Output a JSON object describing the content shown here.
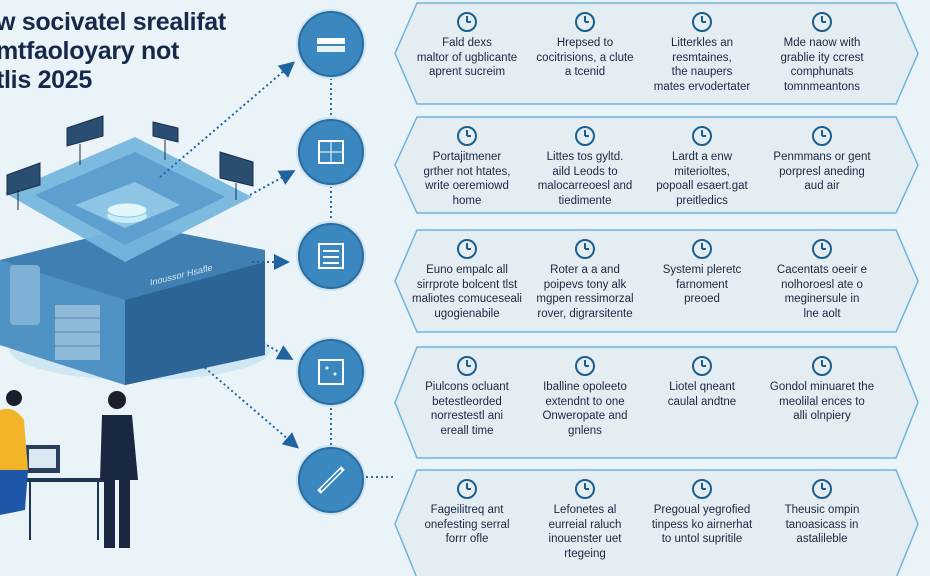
{
  "title": "w socivatel srealifat\nmtfaoloyary not\ntlis 2025",
  "building_label": "Inoussor Hsafle",
  "colors": {
    "accent": "#2f78ad",
    "circle": "#3a88bf",
    "banner_fill": "#e4edf2",
    "banner_stroke": "#6fb3da",
    "text": "#1b2740",
    "icon": "#1d5f8c"
  },
  "nodes": [
    {
      "icon": "server-icon"
    },
    {
      "icon": "dashboard-icon"
    },
    {
      "icon": "list-icon"
    },
    {
      "icon": "board-icon"
    },
    {
      "icon": "pen-icon"
    }
  ],
  "rows": [
    {
      "cells": [
        {
          "icon": "monitor-icon",
          "text": "Fald dexs\nmaltor of ugblicante\naprent sucreim"
        },
        {
          "icon": "globe-icon",
          "text": "Hrepsed to\ncocitrisions, a clute\na tcenid"
        },
        {
          "icon": "network-icon",
          "text": "Litterkles an\nresmtaines,\nthe naupers\nmates ervodertater"
        },
        {
          "icon": "chart-icon",
          "text": "Mde naow with\ngrablie ity ccrest\ncomphunats\ntomnmeantons"
        }
      ]
    },
    {
      "cells": [
        {
          "icon": "clock-icon",
          "text": "Portajitmener\ngrther not htates,\nwrite oeremiowd\nhome"
        },
        {
          "icon": "gauge-icon",
          "text": "Littes tos gyltd.\naild Leods to\nmalocarreoesl and\ntiedimente"
        },
        {
          "icon": "lightbulb-icon",
          "text": "Lardt a enw\nmiterioltes,\npopoall esaert.gat\npreitledics"
        },
        {
          "icon": "signpost-icon",
          "text": "Penmmans or gent\nporpresl aneding\naud air"
        }
      ]
    },
    {
      "cells": [
        {
          "icon": "window-icon",
          "text": "Euno empalc all\nsirrprote bolcent tlst\nmaliotes comuceseali\nugogienabile"
        },
        {
          "icon": "link-icon",
          "text": "Roter a a and\npoipevs tony alk\nmgpen ressimorzal\nrover, digrarsitente"
        },
        {
          "icon": "shield-icon",
          "text": "Systemi pleretc\nfarnoment\npreoed"
        },
        {
          "icon": "globe-network-icon",
          "text": "Cacentats oeeir e\nnolhoroesl ate o\nmeginersule in\nlne aolt"
        }
      ]
    },
    {
      "cells": [
        {
          "icon": "gear-badge-icon",
          "text": "Piulcons ocluant\nbetestleorded\nnorrestestl ani\nereall time"
        },
        {
          "icon": "branch-icon",
          "text": "Iballine opoleeto\nextendnt to one\nOnweropate and\ngnlens"
        },
        {
          "icon": "circle-badge-icon",
          "text": "Liotel qneant\ncaulal andtne"
        },
        {
          "icon": "document-icon",
          "text": "Gondol minuaret the\nmeolilal ences to\nalli olnpiery"
        }
      ]
    },
    {
      "cells": [
        {
          "icon": "window-icon",
          "text": "Fageilitreq ant\nonefesting serral\nforrr ofle"
        },
        {
          "icon": "globe-icon",
          "text": "Lefonetes al\neurreial raluch\ninouenster uet\nrtegeing"
        },
        {
          "icon": "world-icon",
          "text": "Pregoual yegrofied\ntinpess ko airnerhat\nto untol supritile"
        },
        {
          "icon": "handshake-icon",
          "text": "Theusic ompin\ntanoasicass in\nastalileble"
        }
      ]
    }
  ]
}
